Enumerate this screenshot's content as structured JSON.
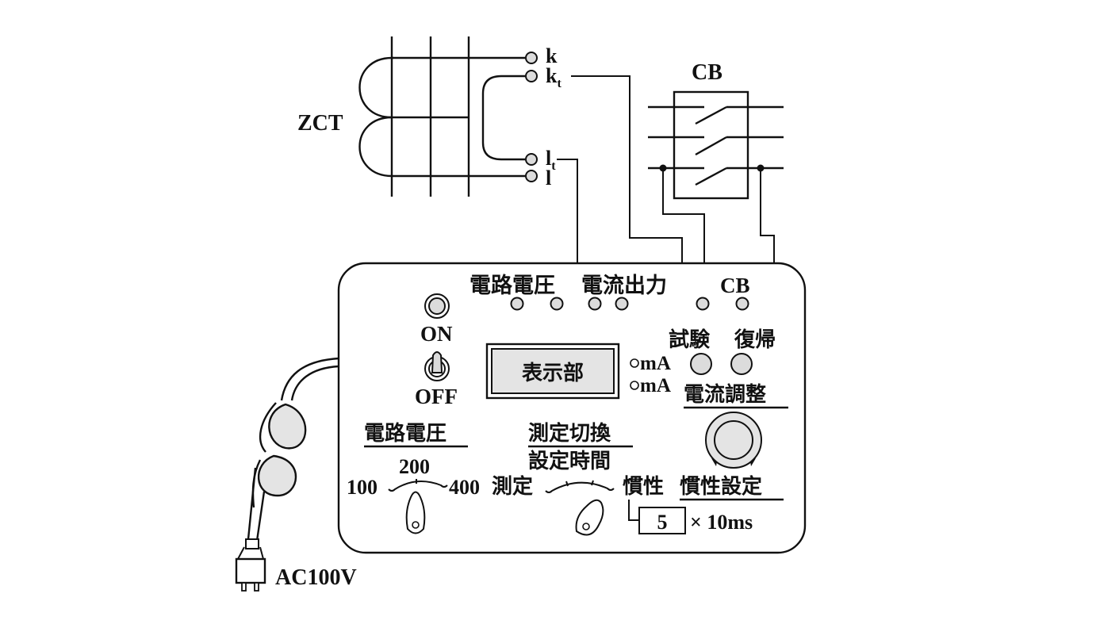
{
  "zct": {
    "label": "ZCT",
    "terminals": [
      {
        "name": "k",
        "sub": ""
      },
      {
        "name": "k",
        "sub": "t"
      },
      {
        "name": "l",
        "sub": "t"
      },
      {
        "name": "l",
        "sub": ""
      }
    ]
  },
  "circuit_breaker": {
    "label": "CB"
  },
  "tester": {
    "terminal_groups": {
      "circuit_voltage": "電路電圧",
      "current_output": "電流出力",
      "cb": "CB"
    },
    "power_switch": {
      "on_label": "ON",
      "off_label": "OFF"
    },
    "display": {
      "label": "表示部",
      "units": [
        "mA",
        "mA"
      ]
    },
    "buttons": {
      "test": "試験",
      "reset": "復帰"
    },
    "current_adjust": {
      "label": "電流調整"
    },
    "voltage_selector": {
      "label": "電路電圧",
      "scale": [
        "100",
        "200",
        "400"
      ]
    },
    "mode_selector": {
      "label": "測定切換",
      "sub_label": "設定時間",
      "left": "測定",
      "right": "慣性"
    },
    "inertia_setting": {
      "label": "慣性設定",
      "value": "5",
      "unit": "× 10ms"
    }
  },
  "power_cord": {
    "label": "AC100V"
  }
}
